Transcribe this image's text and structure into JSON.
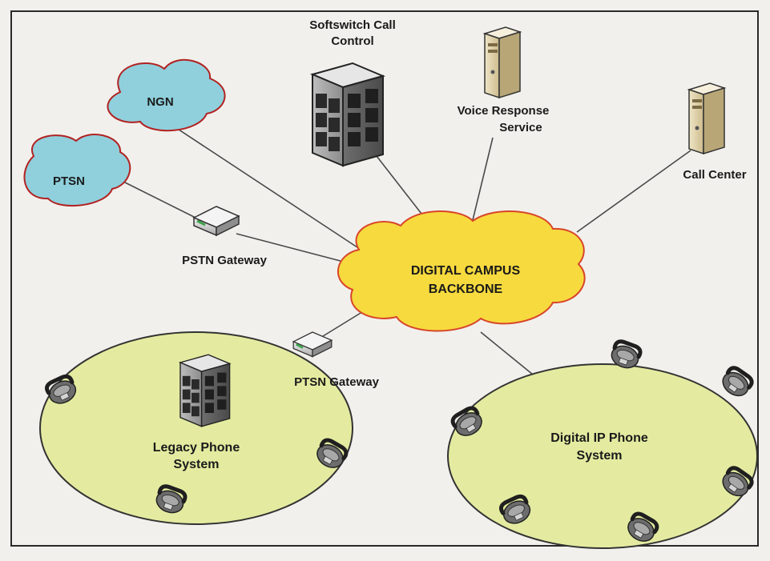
{
  "diagram": {
    "nodes": {
      "softswitch": {
        "label_line1": "Softswitch Call",
        "label_line2": "Control",
        "icon": "server-tower-icon"
      },
      "voice_response": {
        "label_line1": "Voice Response",
        "label_line2": "Service",
        "icon": "pc-tower-icon"
      },
      "call_center": {
        "label": "Call Center",
        "icon": "pc-tower-icon"
      },
      "ngn": {
        "label": "NGN",
        "shape": "cloud"
      },
      "ptsn_cloud": {
        "label": "PTSN",
        "shape": "cloud"
      },
      "pstn_gateway": {
        "label": "PSTN Gateway",
        "icon": "gateway-router-icon"
      },
      "backbone": {
        "label_line1": "DIGITAL CAMPUS",
        "label_line2": "BACKBONE",
        "shape": "cloud"
      },
      "ptsn_gateway": {
        "label": "PTSN Gateway",
        "icon": "gateway-router-icon"
      },
      "legacy_system": {
        "label_line1": "Legacy Phone",
        "label_line2": "System",
        "icon": "server-tower-icon"
      },
      "ip_system": {
        "label_line1": "Digital IP Phone",
        "label_line2": "System"
      }
    },
    "links": [
      "NGN — DIGITAL CAMPUS BACKBONE",
      "PTSN — PSTN Gateway",
      "PSTN Gateway — DIGITAL CAMPUS BACKBONE",
      "Softswitch Call Control — DIGITAL CAMPUS BACKBONE",
      "Voice Response Service — DIGITAL CAMPUS BACKBONE",
      "Call Center — DIGITAL CAMPUS BACKBONE",
      "DIGITAL CAMPUS BACKBONE — PTSN Gateway",
      "DIGITAL CAMPUS BACKBONE — Digital IP Phone System"
    ],
    "colors": {
      "background": "#f1f0ec",
      "frame": "#2a2a2a",
      "ngn_fill": "#8fd0dc",
      "cloud_outline_red": "#b22222",
      "backbone_fill": "#f7da3e",
      "backbone_outline": "#d8452a",
      "phone_system_fill": "#e4eba0",
      "link": "#4a4a4a"
    }
  }
}
